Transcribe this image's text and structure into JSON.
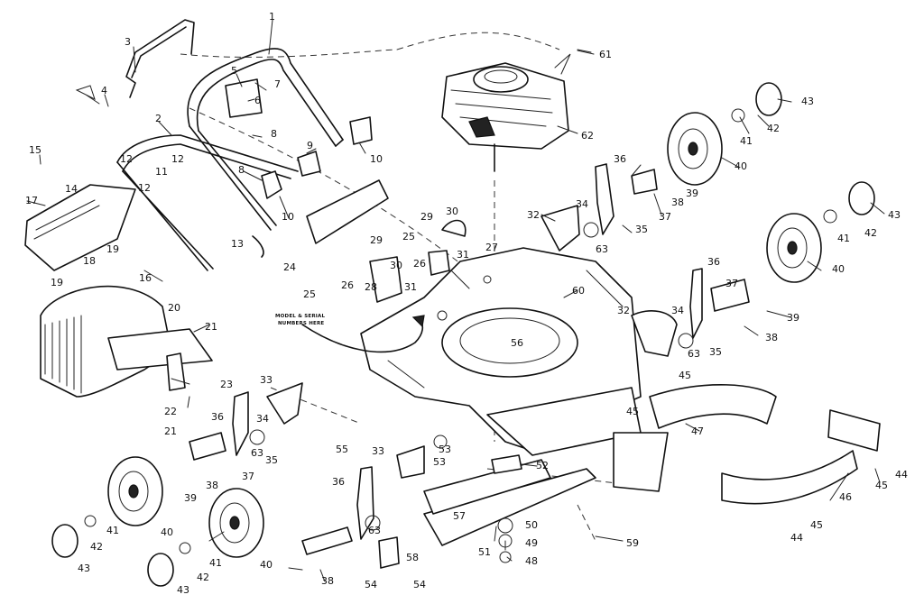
{
  "diagram": {
    "note_lines": [
      "MODEL & SERIAL",
      "NUMBERS HERE"
    ],
    "callouts": [
      "1",
      "2",
      "3",
      "4",
      "5",
      "6",
      "7",
      "8",
      "8",
      "9",
      "10",
      "10",
      "11",
      "12",
      "12",
      "12",
      "13",
      "14",
      "15",
      "16",
      "17",
      "18",
      "19",
      "19",
      "20",
      "21",
      "21",
      "22",
      "23",
      "24",
      "25",
      "25",
      "26",
      "26",
      "27",
      "28",
      "29",
      "29",
      "30",
      "30",
      "31",
      "31",
      "32",
      "32",
      "33",
      "33",
      "34",
      "34",
      "34",
      "35",
      "35",
      "35",
      "36",
      "36",
      "36",
      "36",
      "37",
      "37",
      "37",
      "38",
      "38",
      "38",
      "38",
      "39",
      "39",
      "39",
      "40",
      "40",
      "40",
      "40",
      "41",
      "41",
      "41",
      "41",
      "42",
      "42",
      "42",
      "42",
      "43",
      "43",
      "43",
      "43",
      "44",
      "44",
      "45",
      "45",
      "45",
      "45",
      "46",
      "47",
      "48",
      "49",
      "50",
      "51",
      "52",
      "53",
      "53",
      "54",
      "54",
      "55",
      "56",
      "57",
      "58",
      "59",
      "60",
      "61",
      "62",
      "63",
      "63",
      "63",
      "63"
    ]
  }
}
